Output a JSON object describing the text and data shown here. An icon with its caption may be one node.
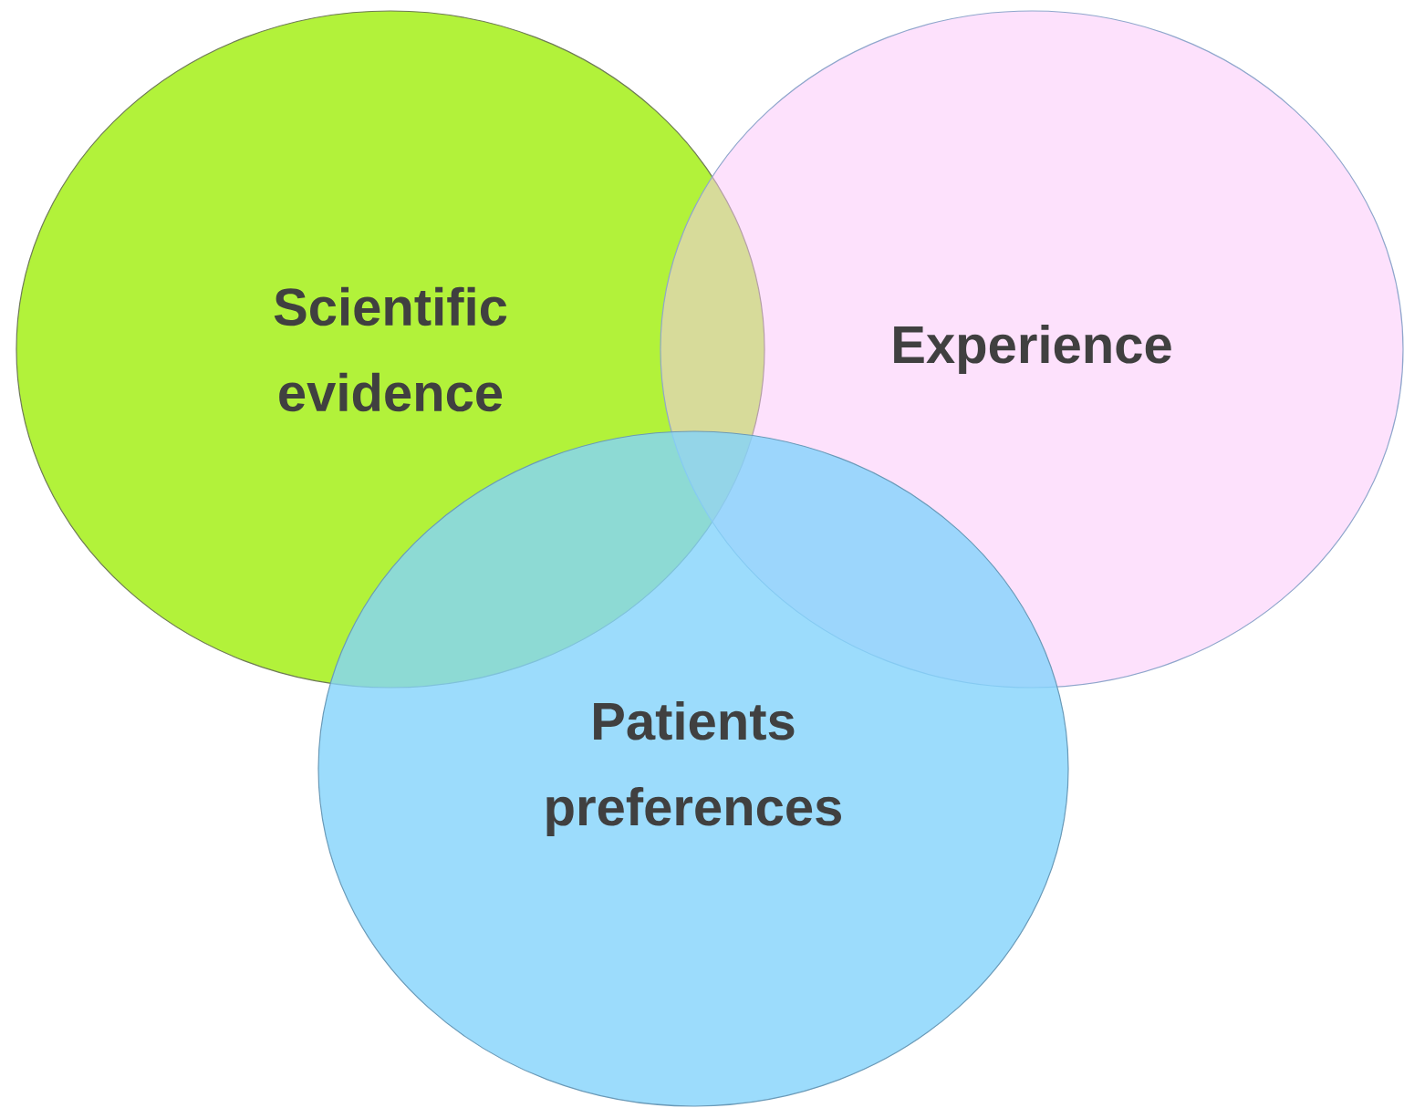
{
  "diagram": {
    "nodes": [
      {
        "text": [
          "Scientific evidence"
        ]
      },
      {
        "text": [
          "Experience"
        ]
      },
      {
        "text": [
          "Patients preferences"
        ]
      }
    ]
  }
}
